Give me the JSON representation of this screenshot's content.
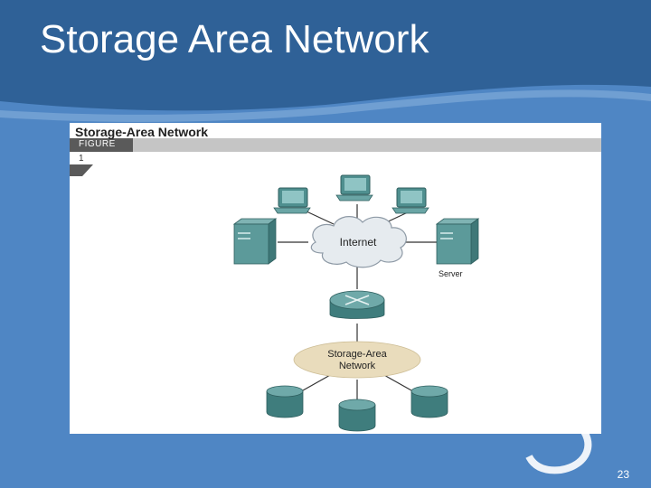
{
  "slide": {
    "title": "Storage Area Network",
    "page_number": "23"
  },
  "figure": {
    "header_title": "Storage-Area Network",
    "label": "FIGURE",
    "number": "1"
  },
  "diagram": {
    "internet_label": "Internet",
    "server_label": "Server",
    "san_label_line1": "Storage-Area",
    "san_label_line2": "Network"
  },
  "colors": {
    "slide_background": "#2f6197",
    "slide_band": "#4f86c4",
    "cloud": "#e6ebef",
    "san_ellipse": "#e9dcbc",
    "device_teal": "#4f8f8f"
  }
}
